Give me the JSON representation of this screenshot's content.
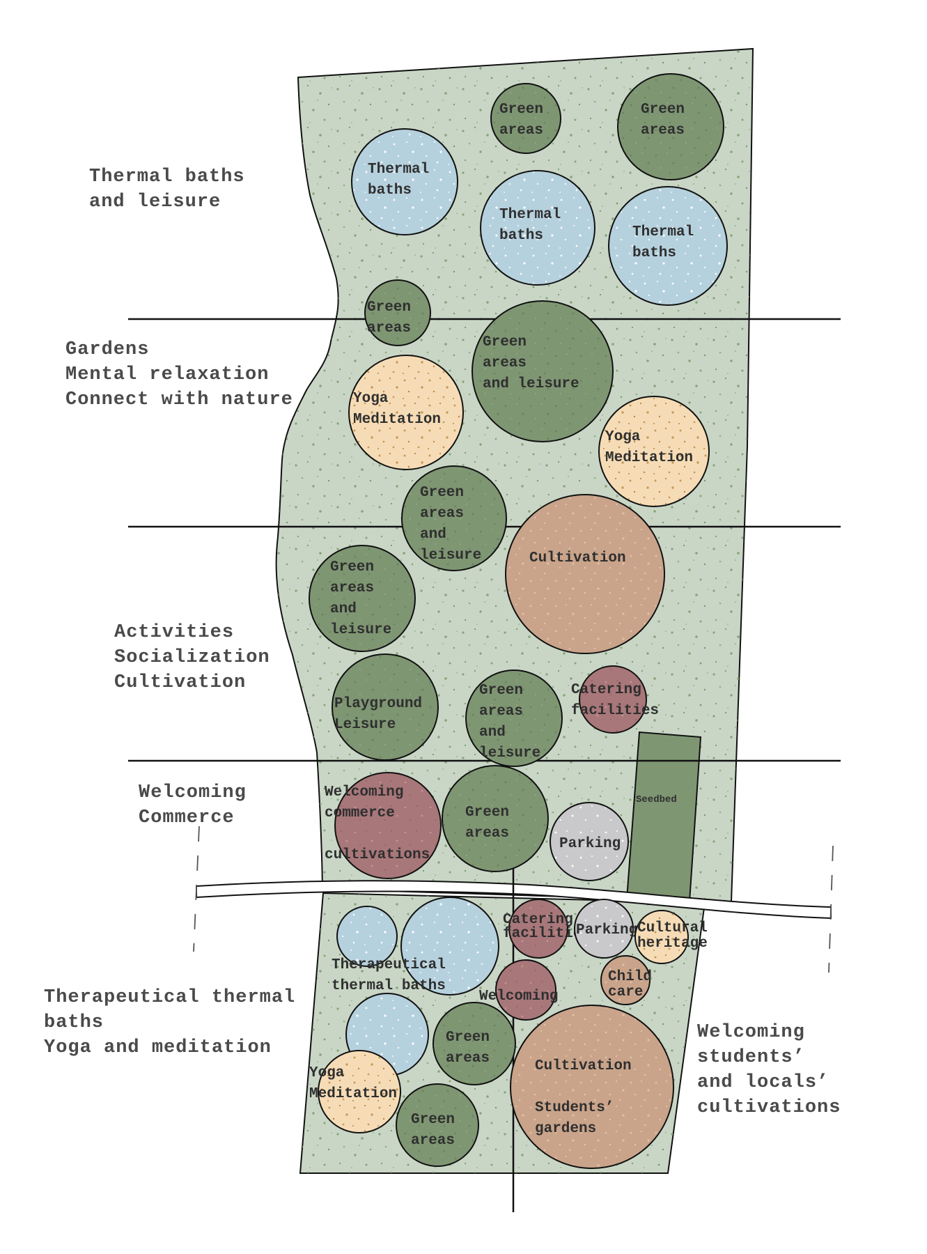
{
  "colors": {
    "site_fill": "#c9d6c6",
    "speckle": "#7e9e6e",
    "green_areas": "#7f9673",
    "thermal": "#b6d1de",
    "yoga": "#f6dcb6",
    "cultivation": "#c9a48a",
    "catering": "#a8777a",
    "parking": "#c9c9cc",
    "outline": "#111111"
  },
  "zone_labels": [
    {
      "lines": [
        "Thermal baths",
        "and leisure"
      ]
    },
    {
      "lines": [
        "Gardens",
        "Mental relaxation",
        "Connect with nature"
      ]
    },
    {
      "lines": [
        "Activities",
        "Socialization",
        "Cultivation"
      ]
    },
    {
      "lines": [
        "Welcoming",
        "Commerce"
      ]
    },
    {
      "lines": [
        "Therapeutical thermal",
        "baths",
        "Yoga and meditation"
      ]
    },
    {
      "lines": [
        "Welcoming",
        "students’",
        "and locals’",
        "cultivations"
      ]
    }
  ],
  "bubbles": [
    {
      "type": "green",
      "lines": [
        "Green",
        "areas"
      ]
    },
    {
      "type": "green",
      "lines": [
        "Green",
        "areas"
      ]
    },
    {
      "type": "thermal",
      "lines": [
        "Thermal",
        "baths"
      ]
    },
    {
      "type": "thermal",
      "lines": [
        "Thermal",
        "baths"
      ]
    },
    {
      "type": "thermal",
      "lines": [
        "Thermal",
        "baths"
      ]
    },
    {
      "type": "green",
      "lines": [
        "Green",
        "areas"
      ]
    },
    {
      "type": "green",
      "lines": [
        "Green",
        "areas",
        "and leisure"
      ]
    },
    {
      "type": "yoga",
      "lines": [
        "Yoga",
        "Meditation"
      ]
    },
    {
      "type": "yoga",
      "lines": [
        "Yoga",
        "Meditation"
      ]
    },
    {
      "type": "green",
      "lines": [
        "Green",
        "areas",
        "and",
        "leisure"
      ]
    },
    {
      "type": "cultivation",
      "lines": [
        "Cultivation"
      ]
    },
    {
      "type": "green",
      "lines": [
        "Green",
        "areas",
        "and",
        "leisure"
      ]
    },
    {
      "type": "green",
      "lines": [
        "Playground",
        "Leisure"
      ]
    },
    {
      "type": "green",
      "lines": [
        "Green",
        "areas",
        "and",
        "leisure"
      ]
    },
    {
      "type": "catering",
      "lines": [
        "Catering",
        "facilities"
      ]
    },
    {
      "type": "catering",
      "lines": [
        "Welcoming",
        "commerce",
        "",
        "cultivations"
      ]
    },
    {
      "type": "green",
      "lines": [
        "Green",
        "areas"
      ]
    },
    {
      "type": "parking",
      "lines": [
        "Parking"
      ]
    },
    {
      "type": "thermal",
      "lines": []
    },
    {
      "type": "thermal",
      "lines": [
        "Therapeutical",
        "thermal baths"
      ]
    },
    {
      "type": "catering",
      "lines": [
        "Catering",
        "facilities"
      ]
    },
    {
      "type": "parking",
      "lines": [
        "Parking"
      ]
    },
    {
      "type": "yoga",
      "lines": [
        "Cultural",
        "heritage"
      ]
    },
    {
      "type": "thermal",
      "lines": []
    },
    {
      "type": "catering",
      "lines": [
        "Welcoming"
      ]
    },
    {
      "type": "cultivation",
      "lines": [
        "Child",
        "care"
      ]
    },
    {
      "type": "green",
      "lines": [
        "Green",
        "areas"
      ]
    },
    {
      "type": "yoga",
      "lines": [
        "Yoga",
        "Meditation"
      ]
    },
    {
      "type": "green",
      "lines": [
        "Green",
        "areas"
      ]
    },
    {
      "type": "cultivation",
      "lines": [
        "Cultivation",
        "",
        "Students’",
        "gardens"
      ]
    }
  ],
  "seedbed": {
    "label": "Seedbed"
  }
}
